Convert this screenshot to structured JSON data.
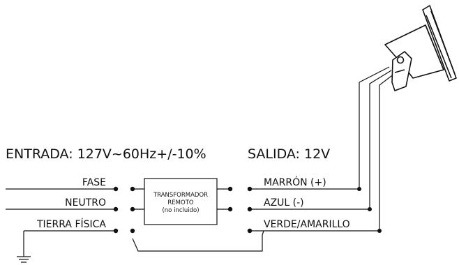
{
  "input": {
    "header": "ENTRADA: 127V~60Hz+/-10%",
    "wires": [
      "FASE",
      "NEUTRO",
      "TIERRA FÍSICA"
    ]
  },
  "transformer": {
    "line1": "TRANSFORMADOR",
    "line2": "REMOTO",
    "line3": "(no incluido)"
  },
  "output": {
    "header": "SALIDA: 12V",
    "wires": [
      "MARRÓN (+)",
      "AZUL (-)",
      "VERDE/AMARILLO"
    ]
  },
  "icons": {
    "ground": "ground-symbol-icon",
    "fixture": "spotlight-fixture-icon"
  }
}
